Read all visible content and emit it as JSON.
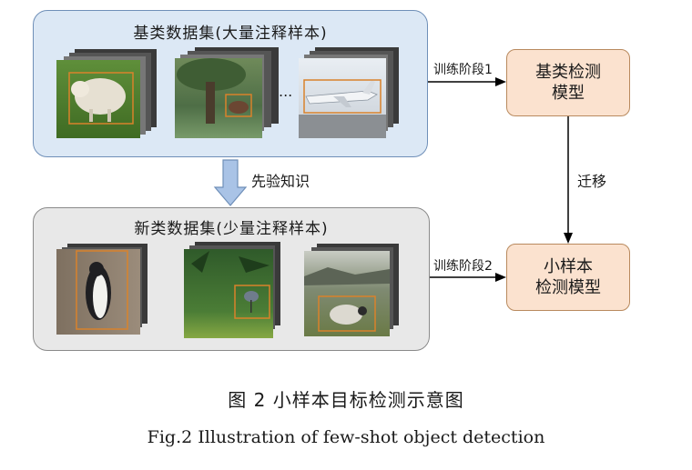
{
  "base_dataset": {
    "title": "基类数据集(大量注释样本)",
    "ellipsis": "...",
    "images": [
      "sheep-in-grass",
      "cow-under-tree",
      "airplane-on-runway"
    ]
  },
  "novel_dataset": {
    "title": "新类数据集(少量注释样本)",
    "images": [
      "penguin",
      "bird-in-forest",
      "sheep-on-hillside"
    ]
  },
  "models": {
    "base": {
      "line1": "基类检测",
      "line2": "模型"
    },
    "fewshot": {
      "line1": "小样本",
      "line2": "检测模型"
    }
  },
  "arrows": {
    "stage1": "训练阶段1",
    "stage2": "训练阶段2",
    "prior": "先验知识",
    "transfer": "迁移"
  },
  "caption": {
    "cn": "图 2 小样本目标检测示意图",
    "en": "Fig.2 Illustration of few-shot object detection"
  },
  "colors": {
    "base_panel_fill": "#dce8f5",
    "novel_panel_fill": "#e8e8e8",
    "model_fill": "#fbe2cf",
    "bbox": "#d9822b",
    "prior_arrow": "#a9c3e6"
  }
}
